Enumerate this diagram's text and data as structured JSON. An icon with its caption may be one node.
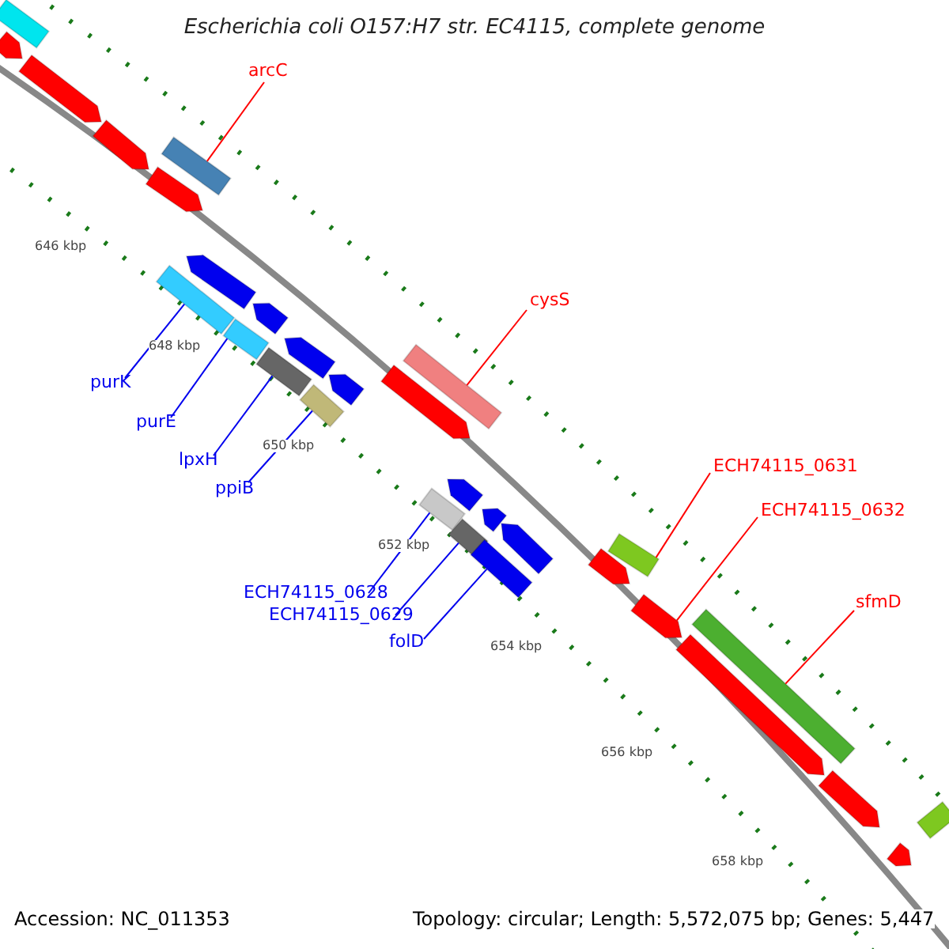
{
  "diagram": {
    "title": "Escherichia coli O157:H7 str. EC4115, complete genome",
    "nodes": [
      {
        "text": [
          "arcC"
        ]
      },
      {
        "text": [],
        "shape": "box"
      },
      {
        "text": [
          "cysS"
        ]
      },
      {
        "text": [],
        "shape": "box"
      },
      {
        "text": [
          "purK"
        ]
      },
      {
        "text": [],
        "shape": "box"
      },
      {
        "text": [
          "purE"
        ]
      },
      {
        "text": [],
        "shape": "box"
      },
      {
        "text": [
          "lpxH"
        ]
      },
      {
        "text": [],
        "shape": "box"
      },
      {
        "text": [
          "ppiB"
        ]
      },
      {
        "text": [],
        "shape": "box"
      },
      {
        "text": [
          "ECH74115_0628"
        ]
      },
      {
        "text": [],
        "shape": "box"
      },
      {
        "text": [
          "ECH74115_0629"
        ]
      },
      {
        "text": [],
        "shape": "bar"
      },
      {
        "text": [
          "folD"
        ]
      },
      {
        "text": [],
        "shape": "box"
      },
      {
        "text": [
          "ECH74115_0631"
        ]
      },
      {
        "text": [],
        "shape": "box"
      },
      {
        "text": [
          "ECH74115_0632"
        ]
      },
      {
        "text": [],
        "shape": "arrow"
      },
      {
        "text": [
          "sfmD"
        ]
      },
      {
        "text": [],
        "shape": "box"
      },
      {
        "text": [],
        "shape": "box"
      },
      {
        "text": [],
        "shape": "arrow"
      },
      {
        "text": [],
        "shape": "arrow"
      },
      {
        "text": [],
        "shape": "arrow"
      },
      {
        "text": [],
        "shape": "arrow"
      },
      {
        "text": [],
        "shape": "arrow"
      },
      {
        "text": [],
        "shape": "arrow"
      },
      {
        "text": [],
        "shape": "arrow"
      },
      {
        "text": [],
        "shape": "arrow"
      },
      {
        "text": [],
        "shape": "arrow"
      },
      {
        "text": [],
        "shape": "arrow"
      },
      {
        "text": [],
        "shape": "arrow"
      },
      {
        "text": [],
        "shape": "arrow"
      },
      {
        "text": [],
        "shape": "arrow"
      },
      {
        "text": [],
        "shape": "arrow"
      },
      {
        "text": [],
        "shape": "arrow"
      },
      {
        "text": [],
        "shape": "arrow"
      },
      {
        "text": [],
        "shape": "box"
      }
    ],
    "edges": [
      {
        "from": 0,
        "to": 1,
        "arrow": "none",
        "color": "#ff0000"
      },
      {
        "from": 2,
        "to": 3,
        "arrow": "none",
        "color": "#ff0000"
      },
      {
        "from": 4,
        "to": 5,
        "arrow": "none"
      },
      {
        "from": 6,
        "to": 7,
        "arrow": "none"
      },
      {
        "from": 8,
        "to": 9,
        "arrow": "none"
      },
      {
        "from": 10,
        "to": 11,
        "arrow": "none"
      },
      {
        "from": 12,
        "to": 13,
        "arrow": "none"
      },
      {
        "from": 14,
        "to": 15,
        "arrow": "none"
      },
      {
        "from": 16,
        "to": 17,
        "arrow": "none"
      },
      {
        "from": 18,
        "to": 19,
        "arrow": "none",
        "color": "#ff0000"
      },
      {
        "from": 20,
        "to": 21,
        "arrow": "none",
        "color": "#ff0000"
      },
      {
        "from": 22,
        "to": 23,
        "arrow": "none",
        "color": "#ff0000"
      }
    ],
    "labels": [
      "646 kbp",
      "648 kbp",
      "650 kbp",
      "652 kbp",
      "654 kbp",
      "656 kbp",
      "658 kbp",
      "Accession: NC_011353",
      "Topology: circular; Length: 5,572,075 bp; Genes: 5,447"
    ]
  }
}
